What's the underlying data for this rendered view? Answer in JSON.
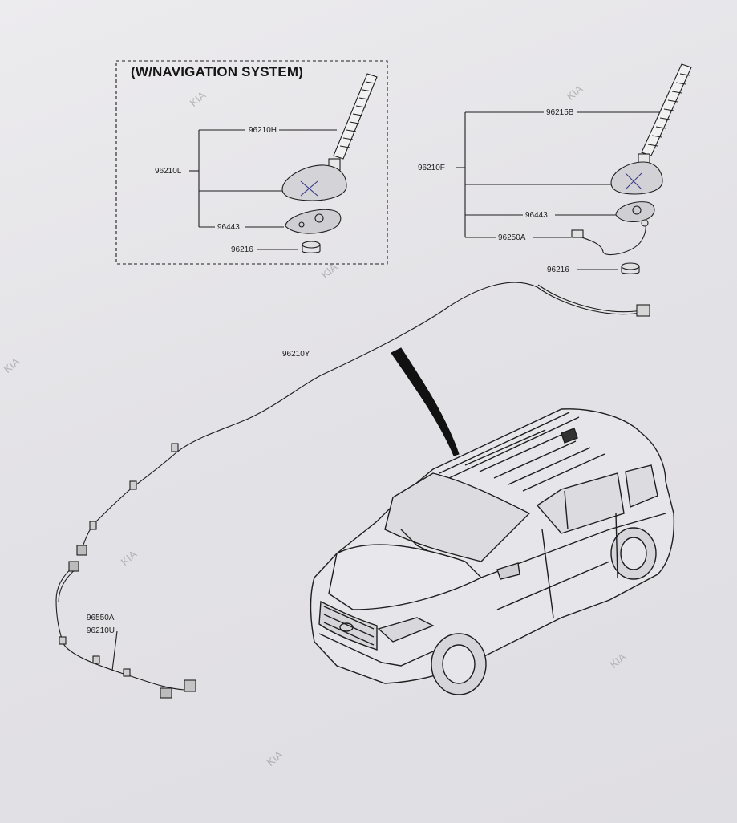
{
  "nav_box": {
    "title": "(W/NAVIGATION SYSTEM)",
    "parts": {
      "antenna_mast": "96210H",
      "assembly": "96210L",
      "gasket": "96443",
      "nut": "96216"
    }
  },
  "std_group": {
    "parts": {
      "antenna_mast": "96215B",
      "assembly": "96210F",
      "gasket": "96443",
      "cable": "96250A",
      "nut": "96216"
    }
  },
  "cables": {
    "roof_cable": "96210Y",
    "lower_cable_a": "96550A",
    "lower_cable_b": "96210U"
  },
  "watermarks": [
    "KIA",
    "KIA",
    "KIA",
    "KIA",
    "KIA",
    "KIA",
    "KIA"
  ]
}
